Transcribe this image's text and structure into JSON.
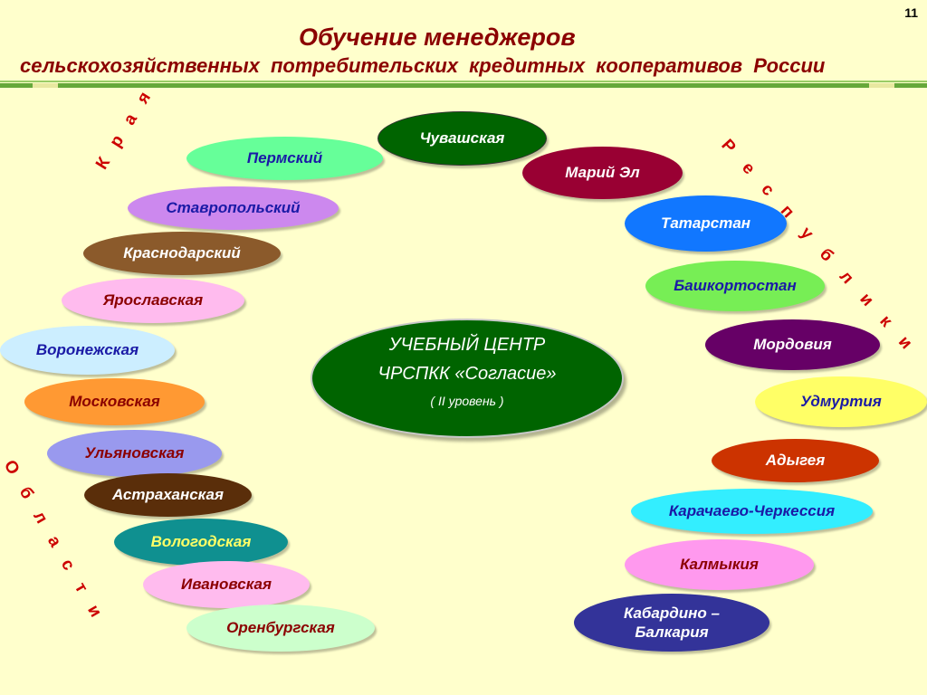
{
  "slide_number": "11",
  "title": {
    "line1": "Обучение  менеджеров",
    "line2": "сельскохозяйственных  потребительских  кредитных  кооперативов  России"
  },
  "center": {
    "line1": "УЧЕБНЫЙ  ЦЕНТР",
    "line2": "ЧРСПКК «Согласие»",
    "line3": "( II уровень )"
  },
  "group_labels": {
    "kraya": "К р а я",
    "oblasti": "О б л а с т и",
    "respubliki": "Р е с п у б л и к и"
  },
  "kraya": [
    "Пермский",
    "Ставропольский",
    "Краснодарский"
  ],
  "oblasti": [
    "Ярославская",
    "Воронежская",
    "Московская",
    "Ульяновская",
    "Астраханская",
    "Вологодская",
    "Ивановская",
    "Оренбургская"
  ],
  "respubliki": [
    "Чувашская",
    "Марий Эл",
    "Татарстан",
    "Башкортостан",
    "Мордовия",
    "Удмуртия",
    "Адыгея",
    "Карачаево-Черкессия",
    "Калмыкия",
    "Кабардино –",
    "Балкария"
  ],
  "colors": {
    "title": "#8b0000",
    "group_label": "#cc0000",
    "center_fill": "#006400",
    "background": "#ffffcc"
  }
}
